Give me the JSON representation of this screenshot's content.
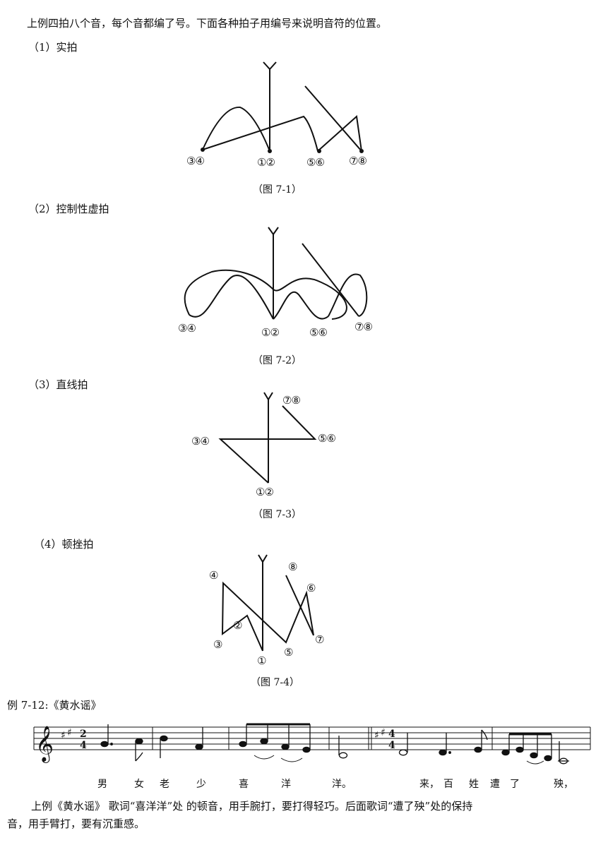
{
  "intro": "上例四拍八个音，每个音都编了号。下面各种拍子用编号来说明音符的位置。",
  "sections": [
    {
      "heading": "（1）实拍",
      "caption": "（图 7-1）",
      "labels": [
        "③④",
        "①②",
        "⑤⑥",
        "⑦⑧"
      ]
    },
    {
      "heading": "（2）控制性虚拍",
      "caption": "（图 7-2）",
      "labels": [
        "③④",
        "①②",
        "⑤⑥",
        "⑦⑧"
      ]
    },
    {
      "heading": "（3）直线拍",
      "caption": "（图 7-3）",
      "labels": [
        "③④",
        "①②",
        "⑤⑥",
        "⑦⑧"
      ]
    },
    {
      "heading": "（4）顿挫拍",
      "caption": "（图 7-4）",
      "labels": [
        "①",
        "②",
        "③",
        "④",
        "⑤",
        "⑥",
        "⑦",
        "⑧"
      ]
    }
  ],
  "example": {
    "title": "例 7-12:《黄水谣》",
    "time_signature_1": [
      "2",
      "4"
    ],
    "time_signature_2": [
      "4",
      "4"
    ],
    "lyrics": [
      "男",
      "女",
      "老",
      "少",
      "喜",
      "洋",
      "洋。",
      "来，",
      "百",
      "姓",
      "遭",
      "了",
      "殃，"
    ]
  },
  "closing": [
    "上例《黄水谣》 歌词“喜洋洋”处 的顿音，用手腕打，要打得轻巧。后面歌词“遭了殃”处的保持",
    "音，用手臂打，要有沉重感。"
  ]
}
